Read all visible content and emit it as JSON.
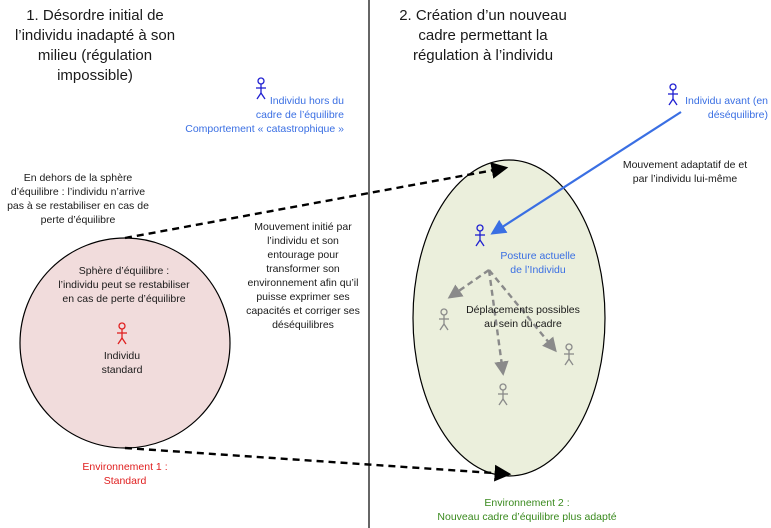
{
  "titles": {
    "left": "1. Désordre initial de\nl’individu inadapté à son\nmilieu (régulation\nimpossible)",
    "right": "2. Création d’un nouveau\ncadre permettant la\nrégulation à l’individu"
  },
  "labels": {
    "hors_cadre": "Individu hors du\ncadre de l’équilibre\nComportement « catastrophique »",
    "individu_avant": "Individu avant (en\ndéséquilibre)",
    "mouvement_adaptatif": "Mouvement adaptatif de et\npar l’individu lui-même",
    "en_dehors": "En dehors de la sphère\nd’équilibre : l’individu n’arrive\npas à se restabiliser en cas de\nperte d’équilibre",
    "mouvement_initie": "Mouvement initié par\nl’individu et son\nentourage pour\ntransformer son\nenvironnement afin qu’il\npuisse exprimer ses\ncapacités et corriger ses\ndéséquilibres",
    "sphere": "Sphère d’équilibre :\nl’individu peut se restabiliser\nen cas de perte d’équilibre",
    "individu_standard": "Individu\nstandard",
    "posture_actuelle": "Posture actuelle\nde l’Individu",
    "deplacements": "Déplacements possibles\nau sein du cadre",
    "env1": "Environnement 1 :\nStandard",
    "env2": "Environnement 2 :\nNouveau cadre d’équilibre plus adapté"
  },
  "colors": {
    "blue": "#1f1fd1",
    "label_blue": "#3a6fe3",
    "red": "#e02020",
    "green": "#3a8a1e",
    "gray": "#8a8a8a",
    "circle_fill": "#f1dcdc",
    "ellipse_fill": "#ebefdc"
  }
}
